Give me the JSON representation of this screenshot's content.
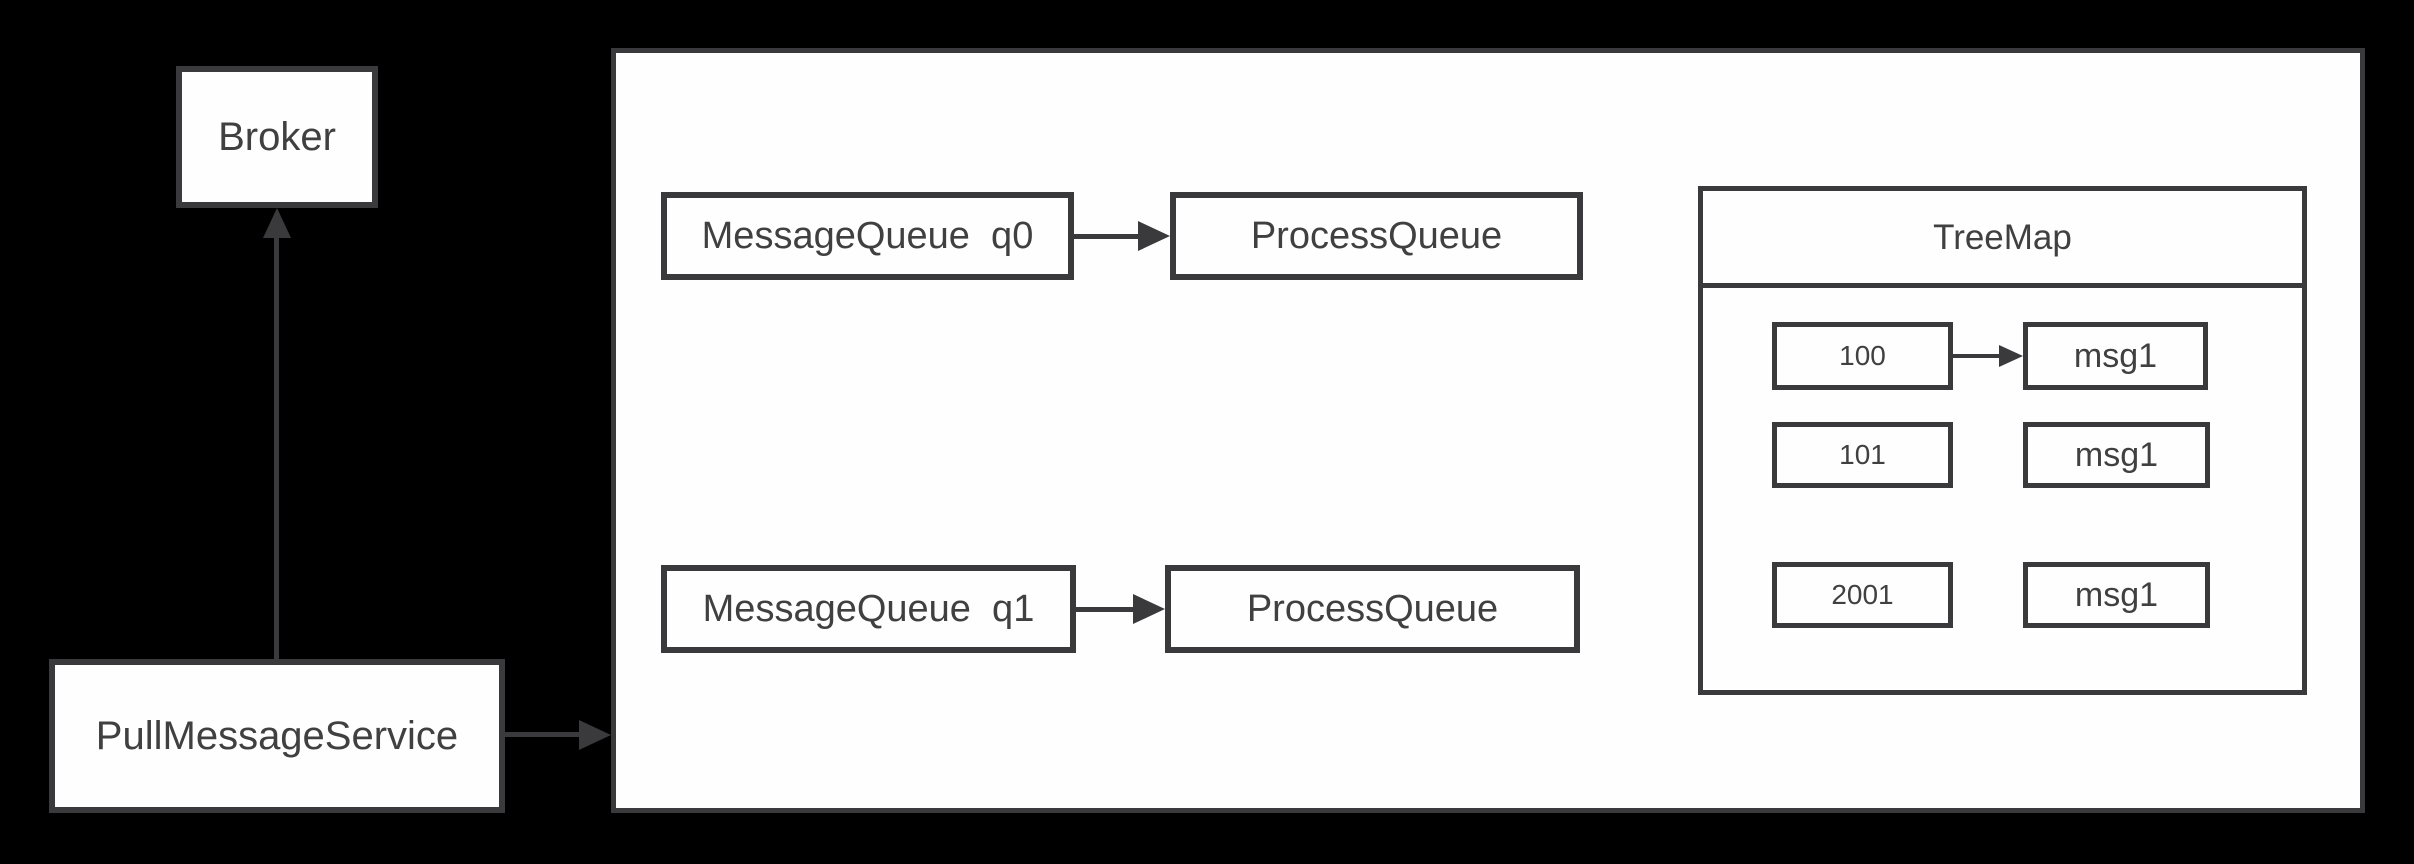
{
  "diagram": {
    "broker": {
      "label": "Broker"
    },
    "pull_message_service": {
      "label": "PullMessageService"
    },
    "consumer_rows": [
      {
        "message_queue": "MessageQueue  q0",
        "process_queue": "ProcessQueue"
      },
      {
        "message_queue": "MessageQueue  q1",
        "process_queue": "ProcessQueue"
      }
    ],
    "treemap": {
      "title": "TreeMap",
      "entries": [
        {
          "key": "100",
          "value": "msg1"
        },
        {
          "key": "101",
          "value": "msg1"
        },
        {
          "key": "2001",
          "value": "msg1"
        }
      ]
    },
    "colors": {
      "background": "#000000",
      "stroke": "#3a3a3c",
      "box_fill": "#fefefe",
      "text": "#404040"
    }
  }
}
